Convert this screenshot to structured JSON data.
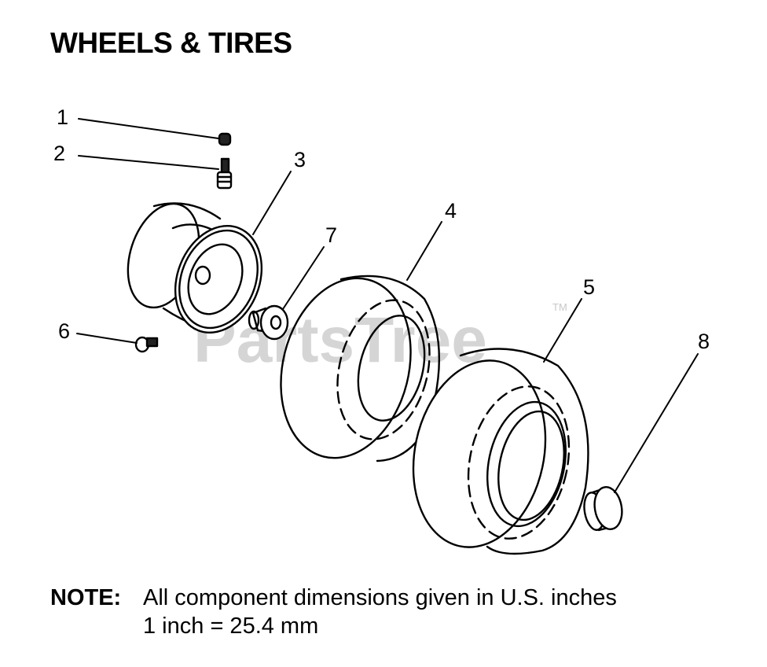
{
  "title": "WHEELS & TIRES",
  "watermark": {
    "text": "PartsTree",
    "tm": "TM"
  },
  "callouts": [
    "1",
    "2",
    "3",
    "4",
    "5",
    "6",
    "7",
    "8"
  ],
  "note": {
    "label": "NOTE:",
    "line1": "All component dimensions given in U.S. inches",
    "line2": "1 inch = 25.4 mm"
  }
}
